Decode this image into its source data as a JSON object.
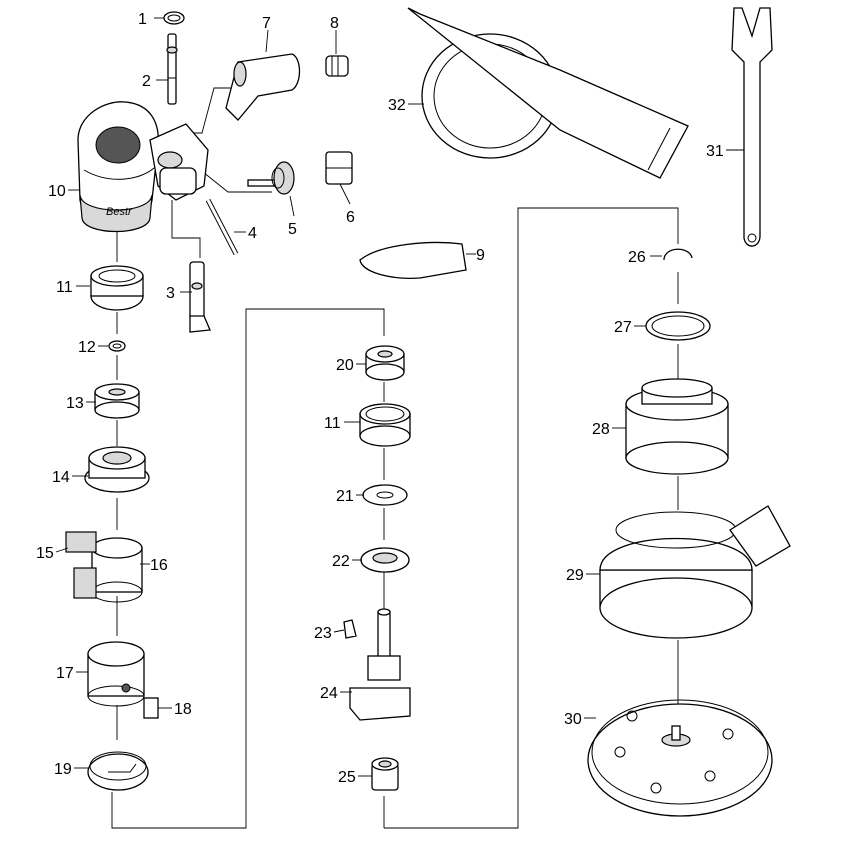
{
  "parts": [
    {
      "id": "1",
      "label": "1"
    },
    {
      "id": "2",
      "label": "2"
    },
    {
      "id": "3",
      "label": "3"
    },
    {
      "id": "4",
      "label": "4"
    },
    {
      "id": "5",
      "label": "5"
    },
    {
      "id": "6",
      "label": "6"
    },
    {
      "id": "7",
      "label": "7"
    },
    {
      "id": "8",
      "label": "8"
    },
    {
      "id": "9",
      "label": "9"
    },
    {
      "id": "10",
      "label": "10"
    },
    {
      "id": "11a",
      "label": "11"
    },
    {
      "id": "12",
      "label": "12"
    },
    {
      "id": "13",
      "label": "13"
    },
    {
      "id": "14",
      "label": "14"
    },
    {
      "id": "15",
      "label": "15"
    },
    {
      "id": "16",
      "label": "16"
    },
    {
      "id": "17",
      "label": "17"
    },
    {
      "id": "18",
      "label": "18"
    },
    {
      "id": "19",
      "label": "19"
    },
    {
      "id": "20",
      "label": "20"
    },
    {
      "id": "11b",
      "label": "11"
    },
    {
      "id": "21",
      "label": "21"
    },
    {
      "id": "22",
      "label": "22"
    },
    {
      "id": "23",
      "label": "23"
    },
    {
      "id": "24",
      "label": "24"
    },
    {
      "id": "25",
      "label": "25"
    },
    {
      "id": "26",
      "label": "26"
    },
    {
      "id": "27",
      "label": "27"
    },
    {
      "id": "28",
      "label": "28"
    },
    {
      "id": "29",
      "label": "29"
    },
    {
      "id": "30",
      "label": "30"
    },
    {
      "id": "31",
      "label": "31"
    },
    {
      "id": "32",
      "label": "32"
    }
  ]
}
